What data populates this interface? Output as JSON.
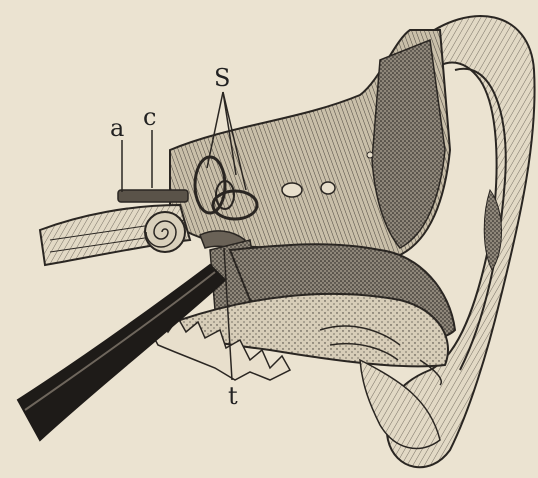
{
  "labels": {
    "a": "a",
    "c": "c",
    "s": "S",
    "t": "t"
  },
  "colors": {
    "paper": "#ebe3d1",
    "ink": "#2a2622",
    "shade": "#6e665c",
    "dark": "#1e1b18"
  }
}
